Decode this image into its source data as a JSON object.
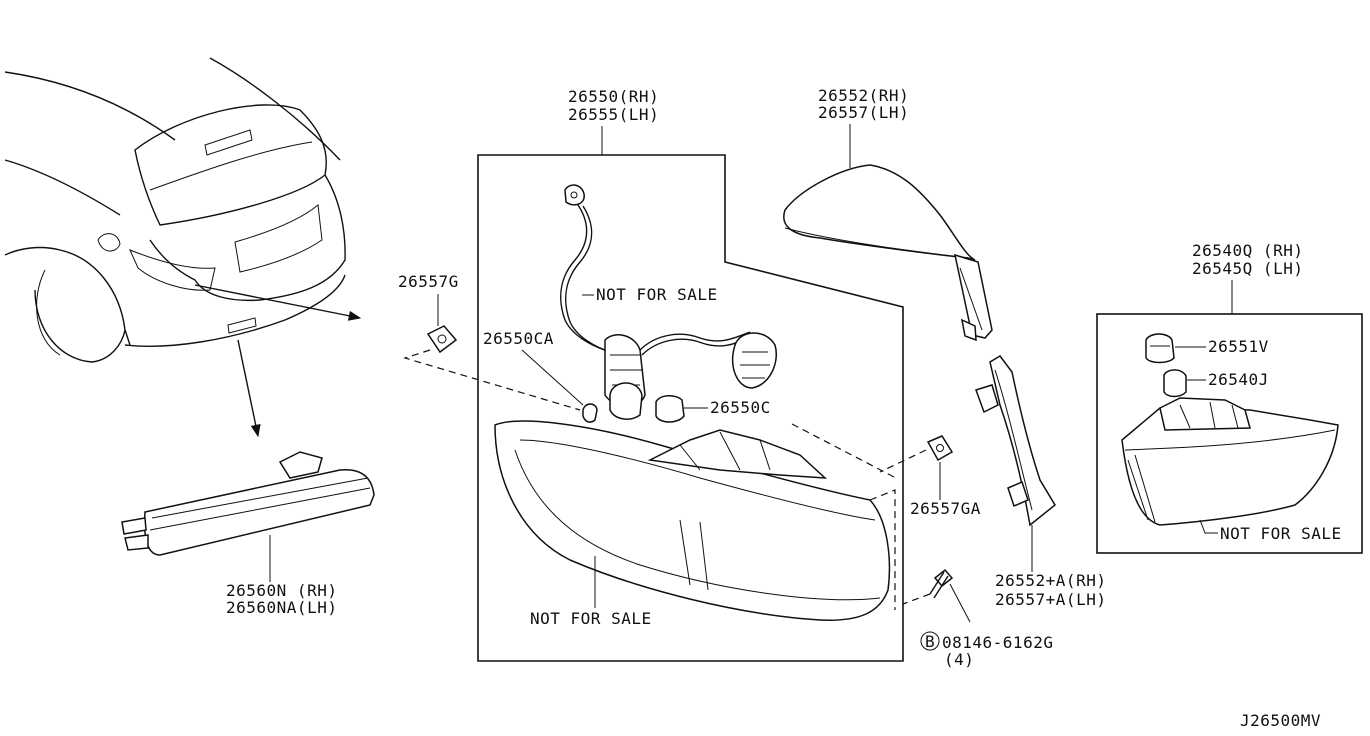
{
  "diagram_code": "J26500MV",
  "labels": {
    "main_assy": [
      "26550(RH)",
      "26555(LH)"
    ],
    "lens_upper": [
      "26552(RH)",
      "26557(LH)"
    ],
    "lens_lower": [
      "26552+A(RH)",
      "26557+A(LH)"
    ],
    "inner_lamp": [
      "26540Q (RH)",
      "26545Q (LH)"
    ],
    "reflex": [
      "26560N (RH)",
      "26560NA(LH)"
    ],
    "clip_left": "26557G",
    "clip_right": "26557GA",
    "socket_cap": "26550CA",
    "bulb": "26550C",
    "bulb_inner": "26551V",
    "bulb_cap_inner": "26540J",
    "nfs_harness": "NOT FOR SALE",
    "nfs_housing": "NOT FOR SALE",
    "nfs_inner": "NOT FOR SALE",
    "bolt_marker": "B",
    "bolt_part": "08146-6162G",
    "bolt_qty": "(4)"
  }
}
